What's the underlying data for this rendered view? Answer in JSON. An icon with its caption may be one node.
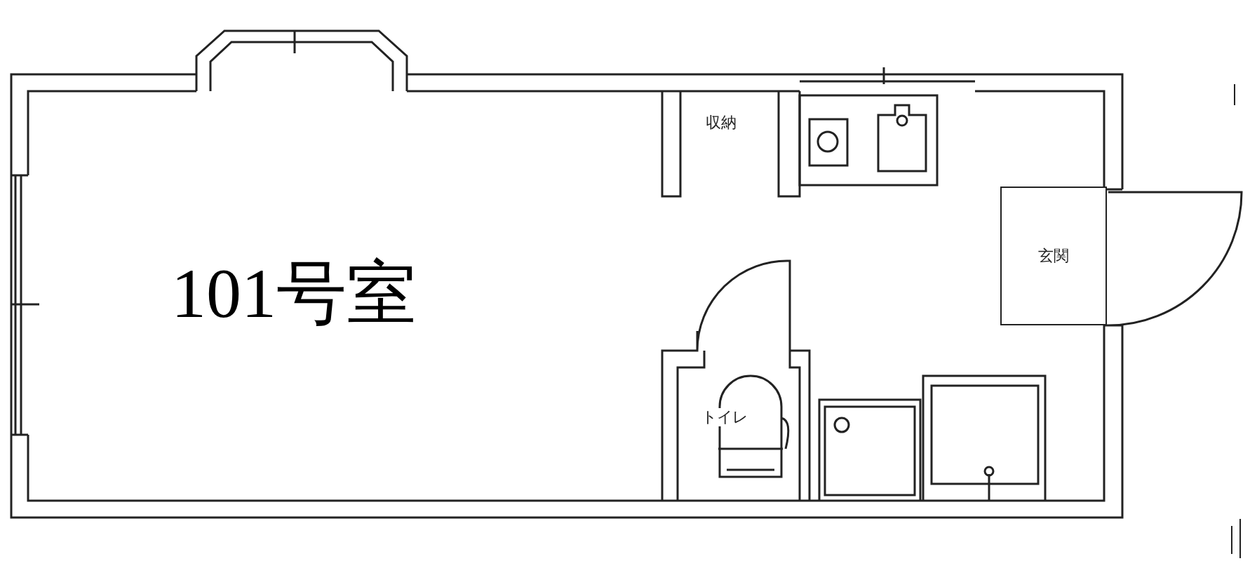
{
  "diagram": {
    "nodes": [
      {
        "text": [
          "玄関"
        ]
      }
    ],
    "labels": [
      "収納",
      "101号室",
      "トイレ"
    ]
  }
}
